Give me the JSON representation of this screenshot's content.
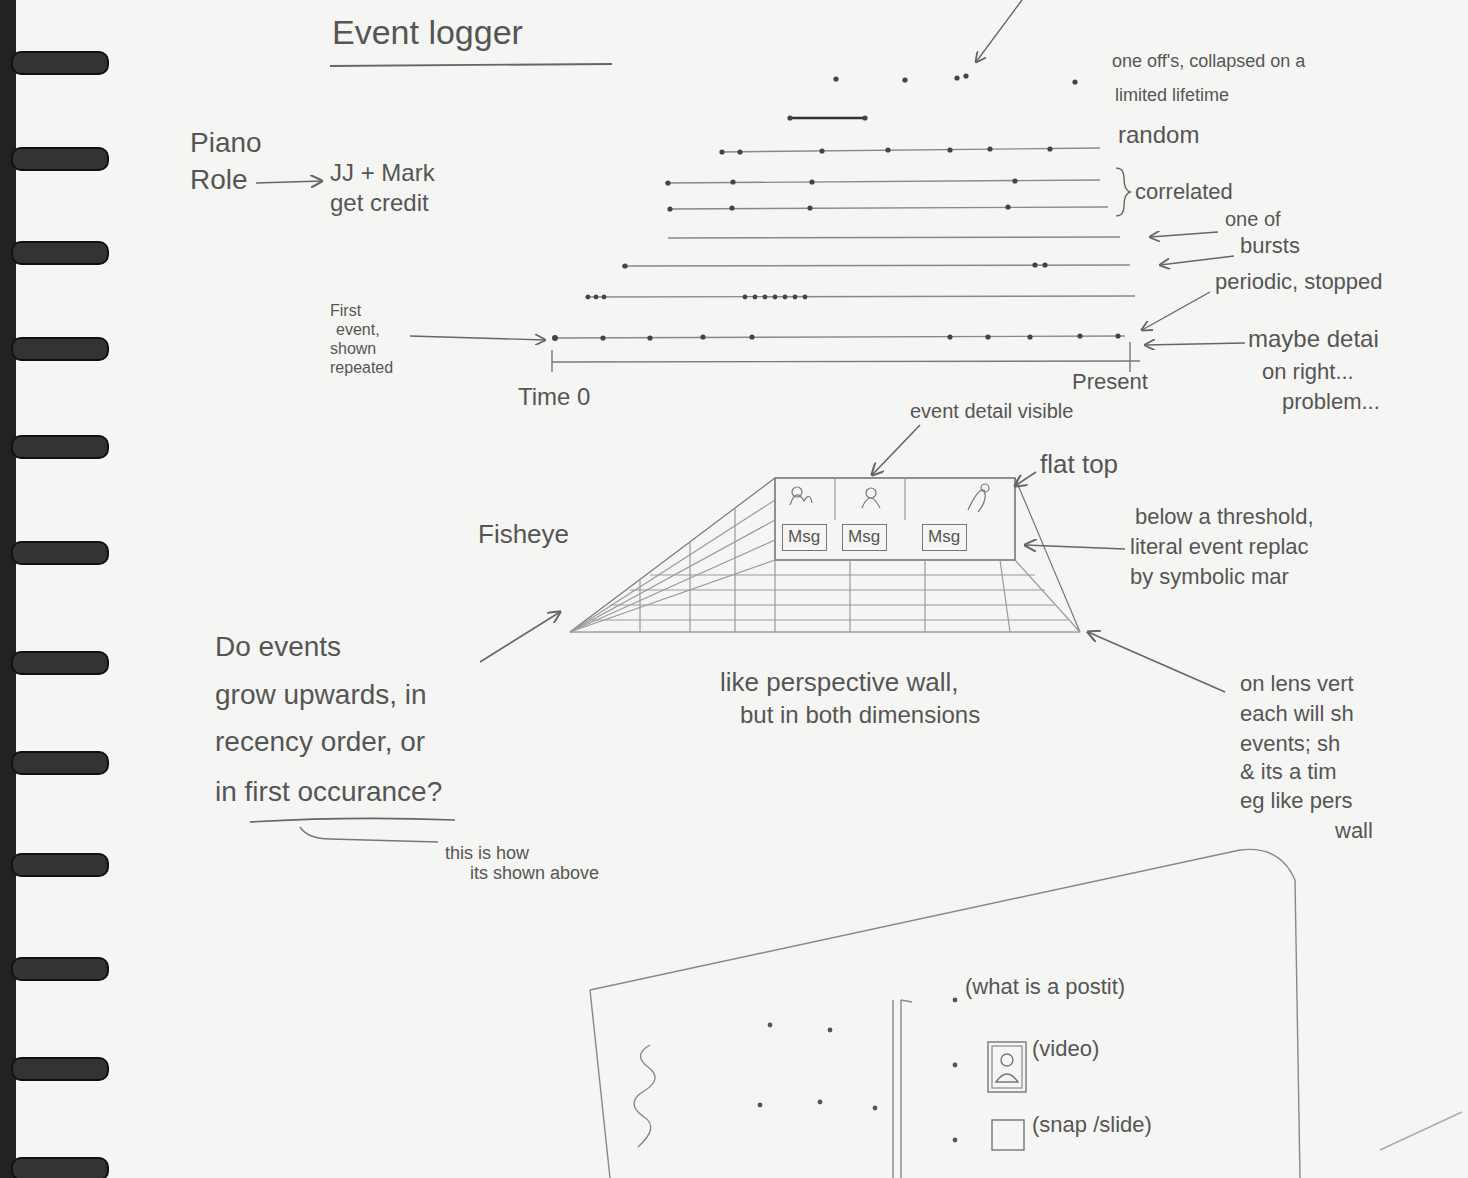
{
  "diagram": {
    "title": "Event logger",
    "nodes": [
      {
        "text": [
          "Msg"
        ]
      },
      {
        "text": [
          "Msg"
        ]
      },
      {
        "text": [
          "Msg"
        ]
      },
      {
        "text": [
          "(what is a postit)",
          "(video)",
          "(snap /slide)"
        ]
      }
    ],
    "labels": [
      "Piano",
      "Role",
      "JJ + Mark",
      "get credit",
      "one off's, collapsed on a",
      "limited lifetime",
      "random",
      "correlated",
      "one of",
      "bursts",
      "periodic, stopped",
      "maybe detai",
      "on right...",
      "problem...",
      "First",
      "event,",
      "shown",
      "repeated",
      "Time 0",
      "Present",
      "event detail visible",
      "flat top",
      "Fisheye",
      "below a threshold,",
      "literal event replac",
      "by symbolic mar",
      "like perspective wall,",
      "but in both dimensions",
      "on lens vert",
      "each will sh",
      "events; sh",
      "& its a tim",
      "eg like pers",
      "wall",
      "Do events",
      "grow upwards, in",
      "recency order, or",
      "in first occurance?",
      "this is how",
      "its shown above"
    ]
  }
}
